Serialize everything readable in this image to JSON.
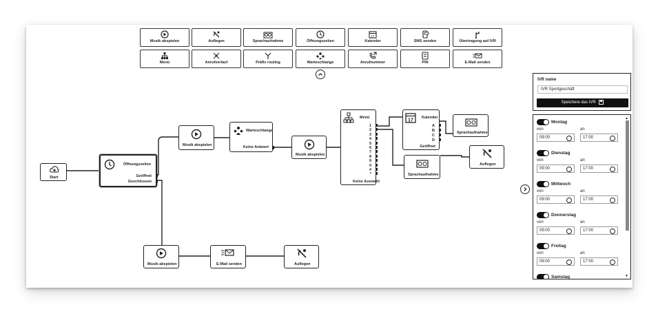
{
  "toolbar": {
    "row1": [
      "Musik abspielen",
      "Auflegen",
      "Sprachaufnahme",
      "Öffnungszeiten",
      "Kalender",
      "SMS senden",
      "Übertragung auf IVR"
    ],
    "row2": [
      "Menü",
      "Anrufverlauf",
      "Präfix routing",
      "Warteschlange",
      "Anrufnummer",
      "PIN",
      "E-Mail senden"
    ]
  },
  "nodes": {
    "start": "Start",
    "opening": {
      "title": "Öffnungszeiten",
      "open": "Geöffnet",
      "closed": "Geschlossen"
    },
    "music1": "Musik abspielen",
    "queue": {
      "title": "Warteschlange",
      "no_answer": "Keine Antwort"
    },
    "music2": "Musik abspielen",
    "menu": {
      "title": "Menü",
      "keys": [
        "1",
        "2",
        "3",
        "4",
        "5",
        "6",
        "7",
        "8",
        "9",
        "0",
        "#",
        "*"
      ],
      "no_choice": "Keine Auswahl"
    },
    "calendar": {
      "title": "Kalender",
      "keys": [
        "A",
        "B",
        "C",
        "D"
      ],
      "open": "Geöffnet"
    },
    "voice_record1": "Sprachaufnahme",
    "voice_record2": "Sprachaufnahme",
    "hangup1": "Auflegen",
    "music3": "Musik abspielen",
    "email": "E-Mail senden",
    "hangup2": "Auflegen"
  },
  "ivr": {
    "name_label": "IVR name",
    "name_value": "IVR Sportgeschäft",
    "save_label": "Speichere das IVR"
  },
  "schedule": {
    "from_label": "von",
    "to_label": "an",
    "days": [
      {
        "name": "Montag",
        "from": "09:00",
        "to": "17:00",
        "enabled": true
      },
      {
        "name": "Dienstag",
        "from": "09:00",
        "to": "17:00",
        "enabled": true
      },
      {
        "name": "Mittwoch",
        "from": "09:00",
        "to": "17:00",
        "enabled": true
      },
      {
        "name": "Donnerstag",
        "from": "09:00",
        "to": "17:00",
        "enabled": true
      },
      {
        "name": "Freitag",
        "from": "09:00",
        "to": "17:00",
        "enabled": true
      },
      {
        "name": "Samstag",
        "from": "",
        "to": "",
        "enabled": true
      }
    ]
  },
  "icons": {
    "collapse": "chevron-up-icon",
    "expand_panel": "chevron-right-icon",
    "save": "floppy-disk-icon"
  }
}
